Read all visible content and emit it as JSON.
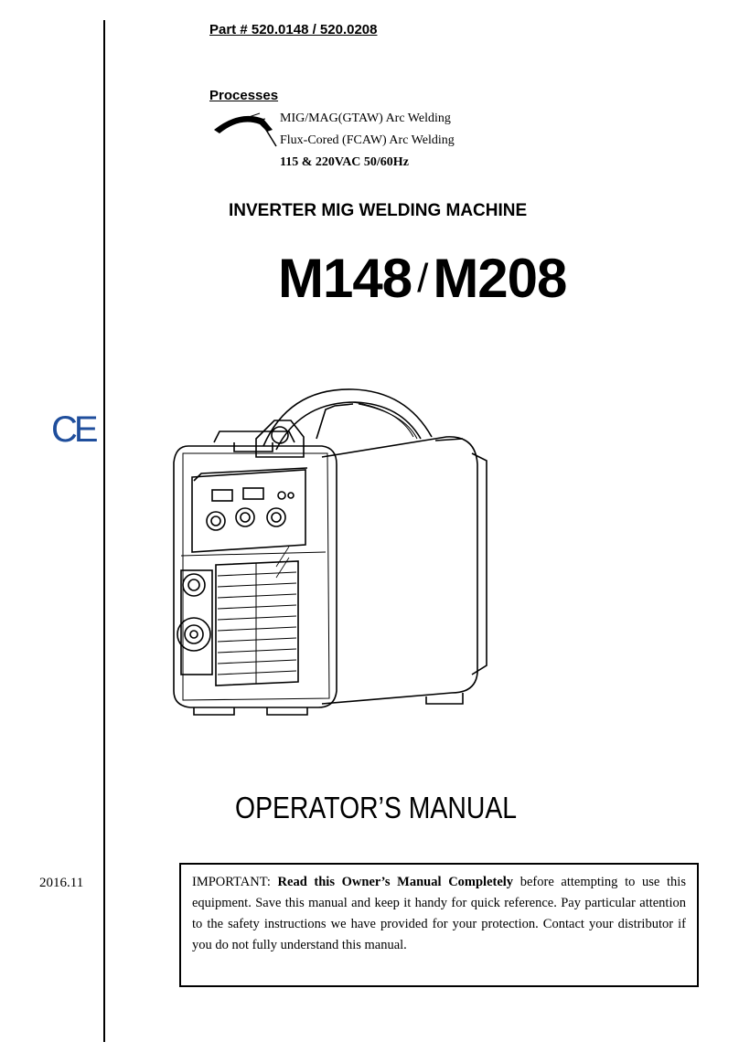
{
  "header": {
    "part_number": "Part # 520.0148 / 520.0208"
  },
  "processes": {
    "heading": "Processes",
    "icon": "welding-arc-icon",
    "items": [
      "MIG/MAG(GTAW) Arc Welding",
      "Flux-Cored (FCAW) Arc Welding",
      "115 & 220VAC 50/60Hz"
    ]
  },
  "title": {
    "subtitle": "INVERTER MIG WELDING MACHINE",
    "model_a": "M148",
    "model_sep": "/",
    "model_b": "M208"
  },
  "ce_mark": "CE",
  "manual_title": "OPERATOR’S MANUAL",
  "date": "2016.11",
  "important": {
    "prefix": "IMPORTANT: ",
    "bold": "Read this Owner’s Manual Completely",
    "rest": " before attempting to use this equipment. Save this manual and keep it handy for quick reference. Pay particular attention to the safety instructions we have provided for your protection. Contact your distributor if you do not fully understand this manual."
  },
  "colors": {
    "ce": "#1f4e9c",
    "text": "#000000"
  }
}
